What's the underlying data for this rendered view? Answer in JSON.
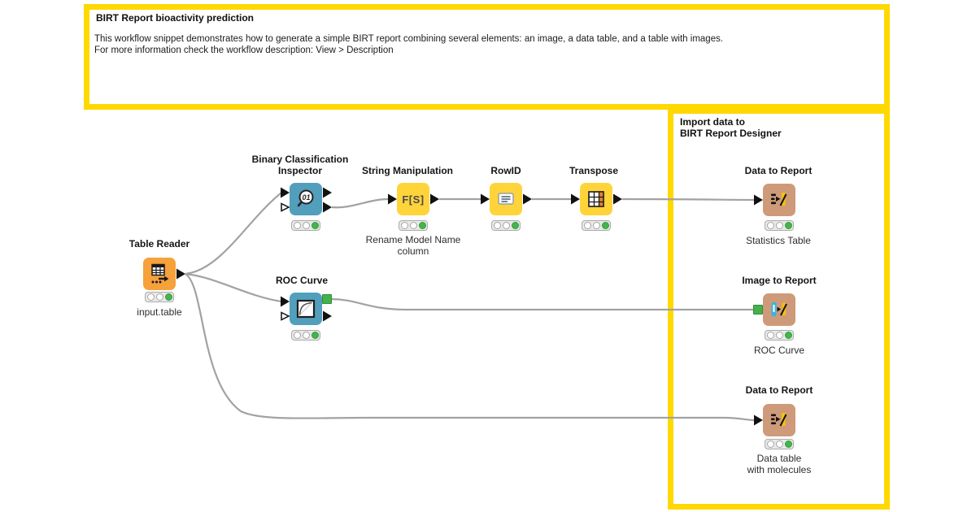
{
  "annotations": {
    "top": {
      "title": "BIRT Report bioactivity prediction",
      "body_line1": "This workflow snippet demonstrates how to generate a simple BIRT report combining several elements: an image, a data table, and a table with images.",
      "body_line2": "For more information check the workflow description: View > Description",
      "border_color": "#FFD800"
    },
    "right": {
      "title_line1": "Import data to",
      "title_line2": "BIRT Report Designer",
      "border_color": "#FFD800"
    }
  },
  "nodes": {
    "table_reader": {
      "label": "Table Reader",
      "sublabel": "input.table",
      "color": "#F7A13B",
      "status": "executed"
    },
    "binary_classification_inspector": {
      "label_line1": "Binary Classification",
      "label_line2": "Inspector",
      "icon_text": "01",
      "color": "#529FBC",
      "status": "executed"
    },
    "string_manipulation": {
      "label": "String Manipulation",
      "icon_text": "F[S]",
      "sublabel_line1": "Rename Model Name",
      "sublabel_line2": "column",
      "color": "#FFD43B",
      "status": "executed"
    },
    "rowid": {
      "label": "RowID",
      "color": "#FFD43B",
      "status": "executed"
    },
    "transpose": {
      "label": "Transpose",
      "color": "#FFD43B",
      "status": "executed"
    },
    "roc_curve": {
      "label": "ROC Curve",
      "color": "#529FBC",
      "status": "executed"
    },
    "data_to_report_top": {
      "label": "Data to Report",
      "sublabel": "Statistics Table",
      "color": "#CE9A79",
      "status": "executed"
    },
    "image_to_report": {
      "label": "Image to Report",
      "sublabel": "ROC Curve",
      "color": "#CE9A79",
      "status": "executed"
    },
    "data_to_report_bottom": {
      "label": "Data to Report",
      "sublabel_line1": "Data table",
      "sublabel_line2": "with molecules",
      "color": "#CE9A79",
      "status": "executed"
    }
  },
  "colors": {
    "wire": "#A2A2A2",
    "image_port_green": "#44B14C",
    "status_green": "#43B64A",
    "annotation_yellow": "#FFD800"
  }
}
